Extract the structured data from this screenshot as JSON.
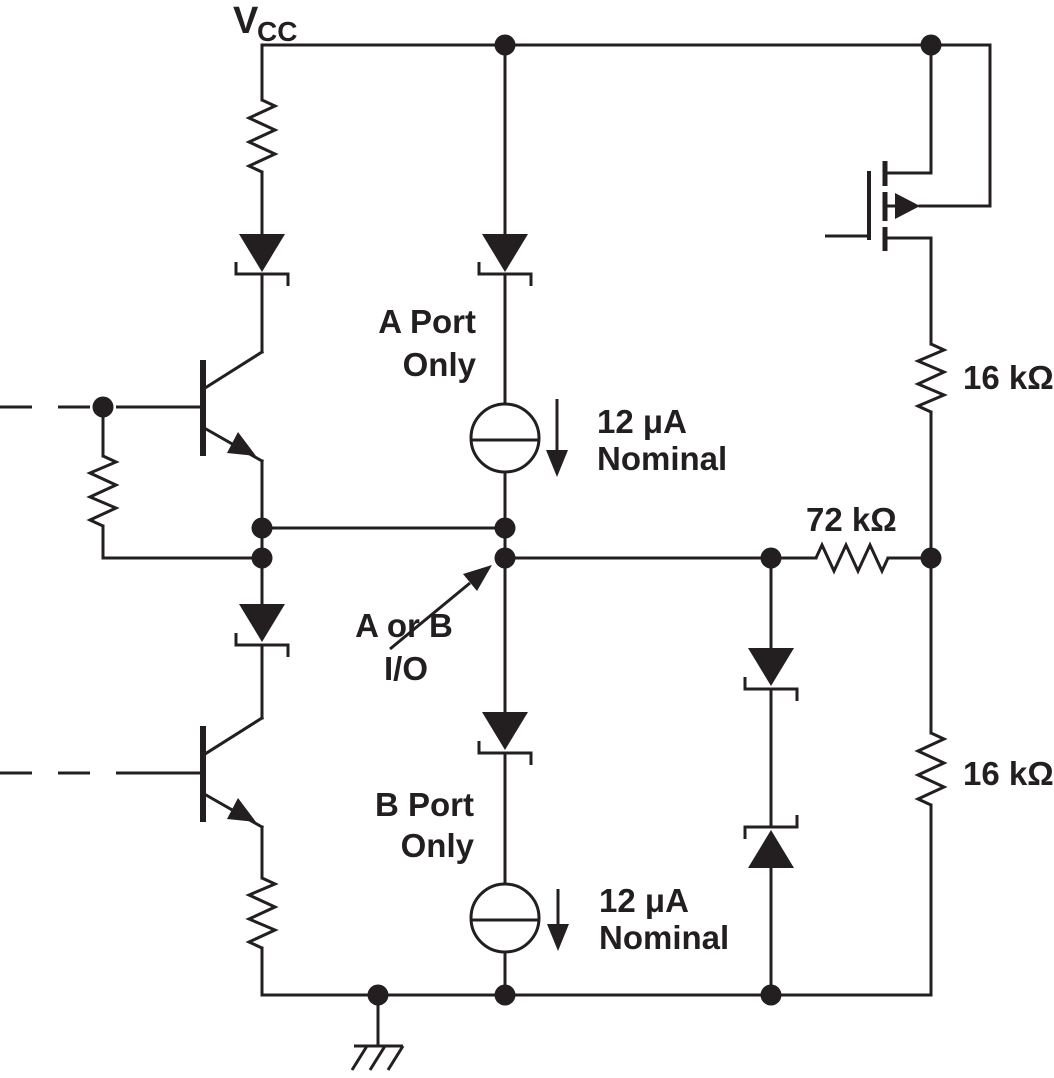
{
  "diagram": {
    "background_color": "#ffffff",
    "ink_color": "#231f20",
    "supply_label": {
      "main": "V",
      "subscript": "CC"
    },
    "port_a_label": {
      "line1": "A Port",
      "line2": "Only"
    },
    "port_b_label": {
      "line1": "B Port",
      "line2": "Only"
    },
    "io_label": {
      "line1": "A or B",
      "line2": "I/O"
    },
    "current_source_a_label": {
      "line1": "12 μA",
      "line2": "Nominal"
    },
    "current_source_b_label": {
      "line1": "12 μA",
      "line2": "Nominal"
    },
    "resistor_labels": {
      "top_right": "16 kΩ",
      "series": "72 kΩ",
      "bottom_right": "16 kΩ"
    }
  }
}
